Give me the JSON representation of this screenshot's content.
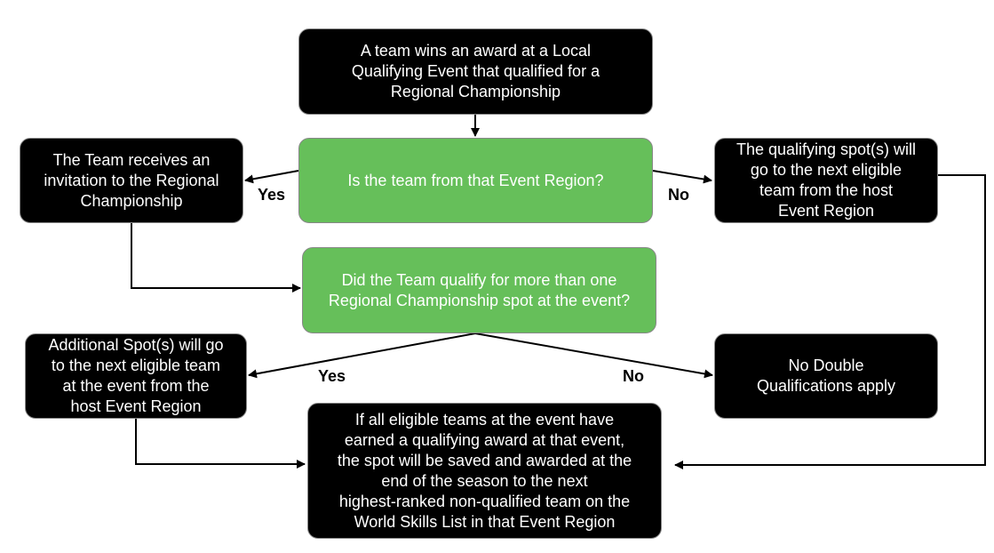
{
  "nodes": {
    "start": "A team wins an award at a Local\nQualifying Event that qualified for a\nRegional Championship",
    "decision_region": "Is the team from that Event Region?",
    "invite": "The Team receives an\ninvitation to the Regional\nChampionship",
    "next_host": "The qualifying spot(s) will\ngo to the next eligible\nteam from the host\nEvent Region",
    "decision_multi": "Did the Team qualify for more than one\nRegional Championship spot at the event?",
    "additional": "Additional Spot(s) will go\nto the next eligible team\nat the event from the\nhost Event Region",
    "no_double": "No Double\nQualifications apply",
    "saved": "If all eligible teams at the event have\nearned a qualifying award at that event,\nthe spot will be saved and awarded at the\nend of the season to the next\nhighest-ranked non-qualified team on the\nWorld Skills List in that Event Region"
  },
  "edge_labels": {
    "region_yes": "Yes",
    "region_no": "No",
    "multi_yes": "Yes",
    "multi_no": "No"
  },
  "colors": {
    "terminal_fill": "#000000",
    "decision_fill": "#66bf5a",
    "text": "#ffffff",
    "connector": "#000000"
  }
}
